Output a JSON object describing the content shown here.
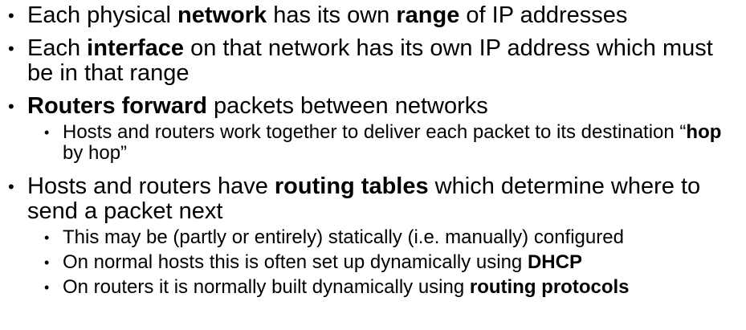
{
  "bullets": [
    {
      "level": 1,
      "segments": [
        {
          "text": "Each physical ",
          "bold": false
        },
        {
          "text": "network",
          "bold": true
        },
        {
          "text": " has its own ",
          "bold": false
        },
        {
          "text": "range",
          "bold": true
        },
        {
          "text": " of IP addresses",
          "bold": false
        }
      ]
    },
    {
      "level": 1,
      "segments": [
        {
          "text": "Each ",
          "bold": false
        },
        {
          "text": "interface",
          "bold": true
        },
        {
          "text": " on that network has its own IP address which must be in that range",
          "bold": false
        }
      ]
    },
    {
      "level": 1,
      "segments": [
        {
          "text": "Routers forward",
          "bold": true
        },
        {
          "text": " packets between networks",
          "bold": false
        }
      ]
    },
    {
      "level": 2,
      "segments": [
        {
          "text": "Hosts and routers work together to deliver each packet to its destination “",
          "bold": false
        },
        {
          "text": "hop",
          "bold": true
        },
        {
          "text": " by hop”",
          "bold": false
        }
      ]
    },
    {
      "level": 1,
      "segments": [
        {
          "text": "Hosts and routers have ",
          "bold": false
        },
        {
          "text": "routing tables",
          "bold": true
        },
        {
          "text": " which determine where to send a packet next",
          "bold": false
        }
      ]
    },
    {
      "level": 2,
      "segments": [
        {
          "text": "This may be (partly or entirely) statically (i.e. manually) configured",
          "bold": false
        }
      ]
    },
    {
      "level": 2,
      "segments": [
        {
          "text": "On normal hosts this is often set up dynamically using ",
          "bold": false
        },
        {
          "text": "DHCP",
          "bold": true
        }
      ]
    },
    {
      "level": 2,
      "segments": [
        {
          "text": "On routers it is normally built dynamically using ",
          "bold": false
        },
        {
          "text": "routing protocols",
          "bold": true
        }
      ]
    }
  ],
  "bullet_glyph": "•"
}
